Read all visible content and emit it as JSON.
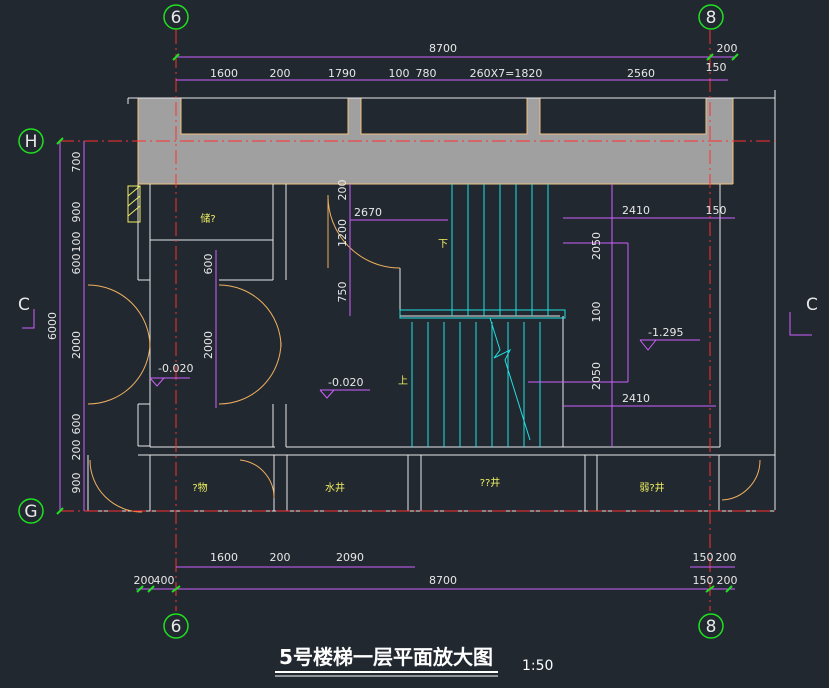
{
  "title": "5号楼梯一层平面放大图",
  "scale": "1:50",
  "axes": {
    "top_left": "6",
    "top_right": "8",
    "bottom_left": "6",
    "bottom_right": "8",
    "left_top": "H",
    "left_bottom": "G"
  },
  "section": {
    "left": "C",
    "right": "C"
  },
  "dims_top": {
    "total": "8700",
    "right_200": "200",
    "right_150": "150",
    "d1600": "1600",
    "d200": "200",
    "d1790": "1790",
    "d100": "100",
    "d780": "780",
    "treads": "260X7=1820",
    "d2560": "2560"
  },
  "dims_bottom": {
    "d1600": "1600",
    "d200": "200",
    "d2090": "2090",
    "d150": "150",
    "d200b": "200",
    "left_200": "200",
    "left_400": "400",
    "total": "8700",
    "d150b": "150",
    "d200c": "200"
  },
  "dims_left": {
    "total": "6000",
    "d700": "700",
    "d900": "900",
    "d100": "100",
    "d600": "600",
    "d2000": "2000",
    "d600b": "600",
    "d200": "200",
    "d900b": "900"
  },
  "dims_inner": {
    "d600": "600",
    "d2000": "2000",
    "d200": "200",
    "d1200": "1200",
    "d750": "750",
    "d2670": "2670",
    "d2410a": "2410",
    "d150": "150",
    "d2050a": "2050",
    "d100": "100",
    "d2050b": "2050",
    "d2410b": "2410"
  },
  "elevations": {
    "main": "-0.020",
    "left": "-0.020",
    "landing": "-1.295"
  },
  "rooms": {
    "top_small": "储?",
    "storage": "?物",
    "water": "水井",
    "elec": "??井",
    "weak": "弱?井"
  },
  "stairs": {
    "down": "下",
    "up": "上"
  },
  "colors": {
    "background": "#212830",
    "wall_fill": "#a0a0a0",
    "wall_line": "#f0c080",
    "dim": "#d060ff",
    "axis": "#20e020",
    "center": "#ff3030",
    "stair": "#20e0e0",
    "door": "#f0b060",
    "white_line": "#e8e8e8"
  }
}
